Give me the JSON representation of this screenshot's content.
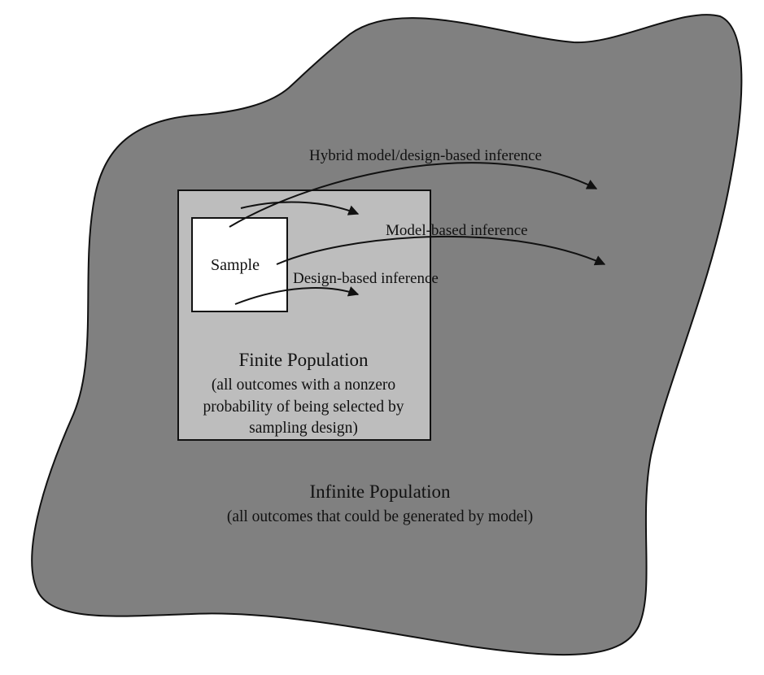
{
  "colors": {
    "background": "#ffffff",
    "infinite_fill": "#808080",
    "finite_fill": "#bdbdbd",
    "sample_fill": "#ffffff",
    "stroke": "#111111",
    "text": "#111111"
  },
  "labels": {
    "hybrid": "Hybrid model/design-based inference",
    "model": "Model-based inference",
    "design": "Design-based inference",
    "sample": "Sample"
  },
  "finite": {
    "title": "Finite Population",
    "line1": "(all outcomes with a nonzero",
    "line2": "probability of being selected by",
    "line3": "sampling design)"
  },
  "infinite": {
    "title": "Infinite Population",
    "subtitle": "(all outcomes that could be generated by model)"
  }
}
